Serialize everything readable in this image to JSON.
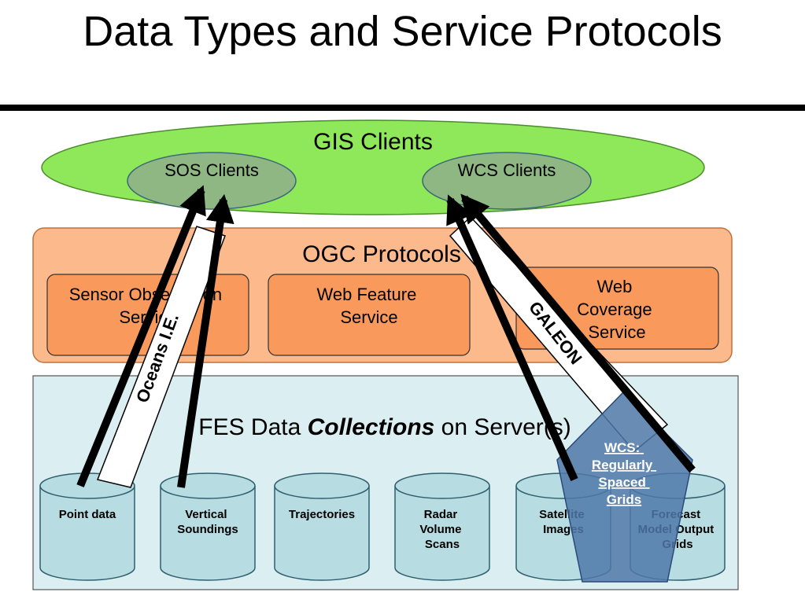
{
  "title": "Data Types and Service Protocols",
  "gis_clients": {
    "label": "GIS Clients",
    "sos_clients": "SOS Clients",
    "wcs_clients": "WCS Clients"
  },
  "ogc": {
    "label": "OGC Protocols",
    "sensor_observation_service": [
      "Sensor Observation",
      "Service"
    ],
    "web_feature_service": [
      "Web Feature",
      "Service"
    ],
    "web_coverage_service": [
      "Web",
      "Coverage",
      "Service"
    ]
  },
  "fes": {
    "label_prefix": "FES Data ",
    "label_emphasis": "Collections",
    "label_suffix": " on Server(s)",
    "collections": [
      [
        "Point data"
      ],
      [
        "Vertical",
        "Soundings"
      ],
      [
        "Trajectories"
      ],
      [
        "Radar",
        "Volume",
        "Scans"
      ],
      [
        "Satellite",
        "Images"
      ],
      [
        "Forecast",
        "Model Output",
        "Grids"
      ]
    ]
  },
  "oceans_ie_label": "Oceans I.E.",
  "galeon_label": "GALEON",
  "wcs_grids_label": [
    "WCS:",
    "Regularly",
    "Spaced",
    "Grids"
  ],
  "colors": {
    "gis_green": "#8ee85a",
    "inner_client": "#8fb784",
    "ogc_panel": "#fcb98b",
    "ogc_box": "#f99a5c",
    "fes_panel": "#dbeff2",
    "cylinder": "#b7dde2",
    "pentagon": "#4f78a8"
  }
}
